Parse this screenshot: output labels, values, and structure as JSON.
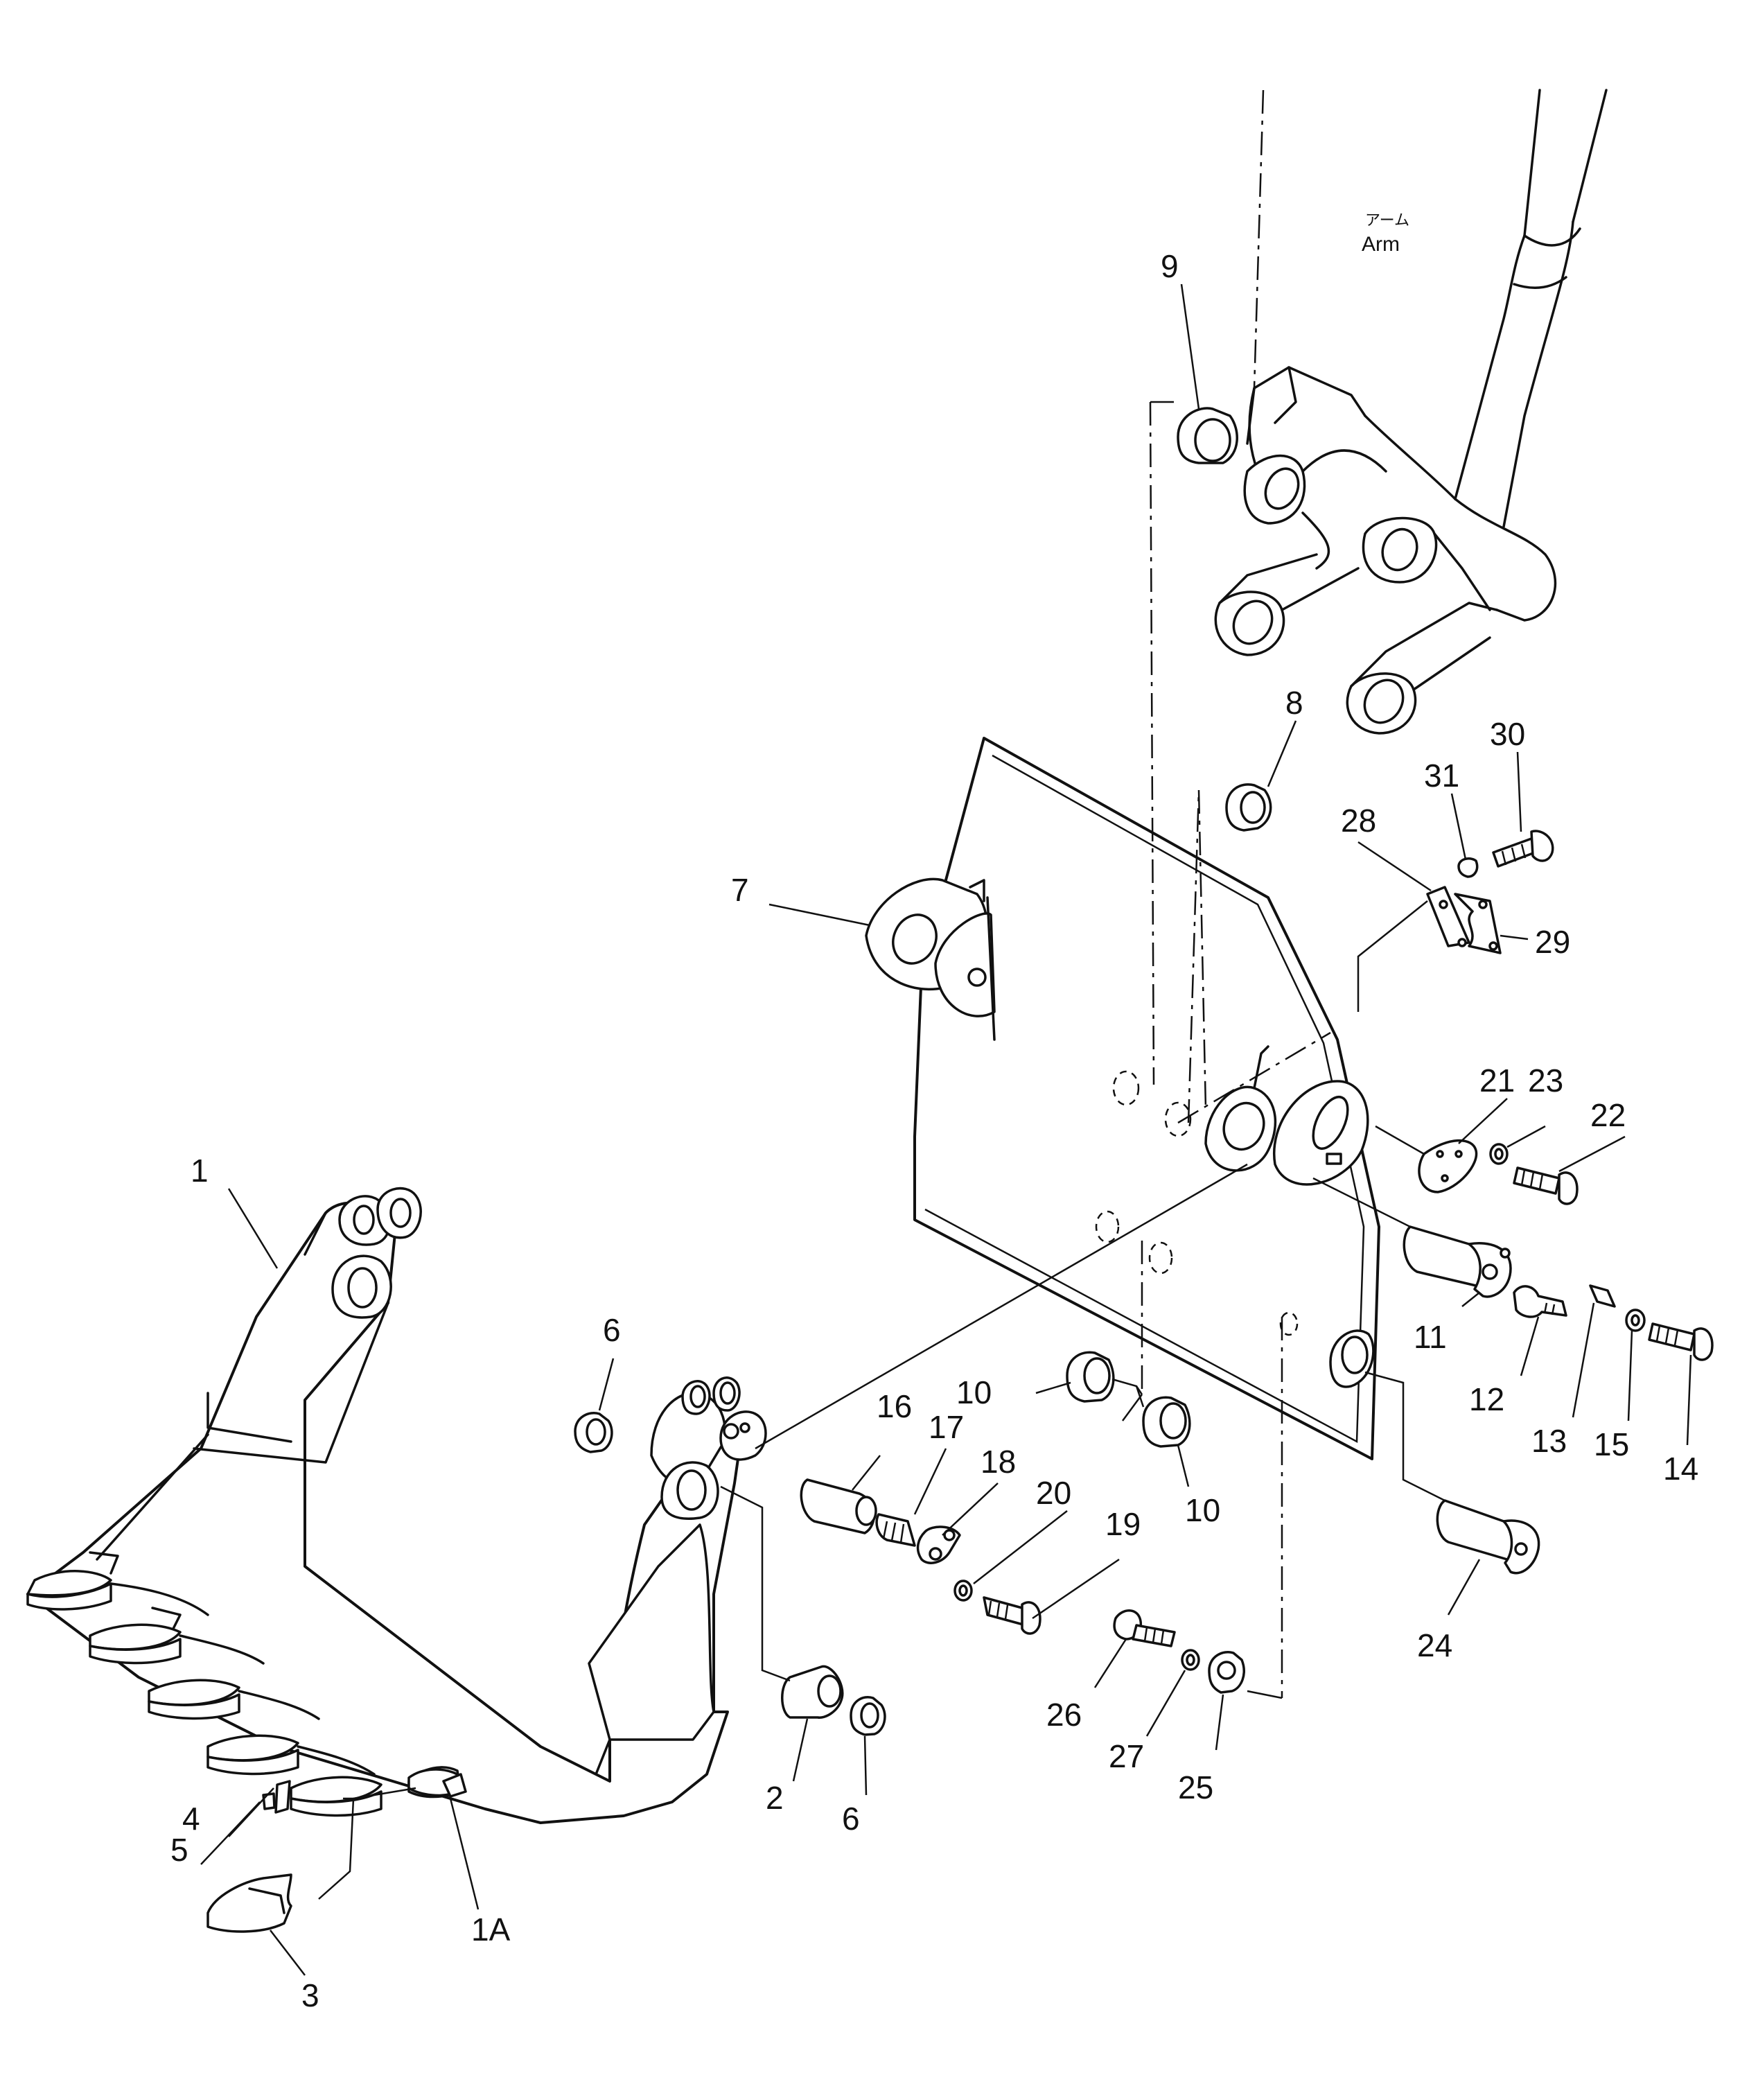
{
  "arm_label": {
    "jp": "アーム",
    "en": "Arm"
  },
  "parts": {
    "p1": "1",
    "p1A": "1A",
    "p2": "2",
    "p3": "3",
    "p4": "4",
    "p5": "5",
    "p6a": "6",
    "p6b": "6",
    "p7": "7",
    "p8": "8",
    "p9": "9",
    "p10a": "10",
    "p10b": "10",
    "p11": "11",
    "p12": "12",
    "p13": "13",
    "p14": "14",
    "p15": "15",
    "p16": "16",
    "p17": "17",
    "p18": "18",
    "p19": "19",
    "p20": "20",
    "p21": "21",
    "p22": "22",
    "p23": "23",
    "p24": "24",
    "p25": "25",
    "p26": "26",
    "p27": "27",
    "p28": "28",
    "p29": "29",
    "p30": "30",
    "p31": "31"
  }
}
